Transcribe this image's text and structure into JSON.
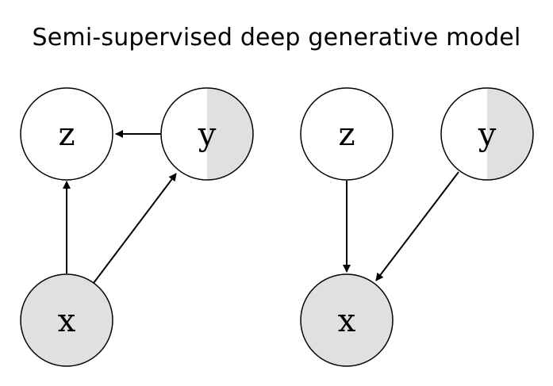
{
  "title": "Semi-supervised deep generative model",
  "colors": {
    "observed_fill": "#e0e0e0",
    "latent_fill": "#ffffff",
    "stroke": "#000000"
  },
  "diagrams": [
    {
      "nodes": [
        {
          "id": "z",
          "label": "z",
          "fill": "latent"
        },
        {
          "id": "y",
          "label": "y",
          "fill": "half-observed"
        },
        {
          "id": "x",
          "label": "x",
          "fill": "observed"
        }
      ],
      "edges": [
        {
          "from": "y",
          "to": "z"
        },
        {
          "from": "x",
          "to": "z"
        },
        {
          "from": "x",
          "to": "y"
        }
      ]
    },
    {
      "nodes": [
        {
          "id": "z",
          "label": "z",
          "fill": "latent"
        },
        {
          "id": "y",
          "label": "y",
          "fill": "half-observed"
        },
        {
          "id": "x",
          "label": "x",
          "fill": "observed"
        }
      ],
      "edges": [
        {
          "from": "z",
          "to": "x"
        },
        {
          "from": "y",
          "to": "x"
        }
      ]
    }
  ]
}
